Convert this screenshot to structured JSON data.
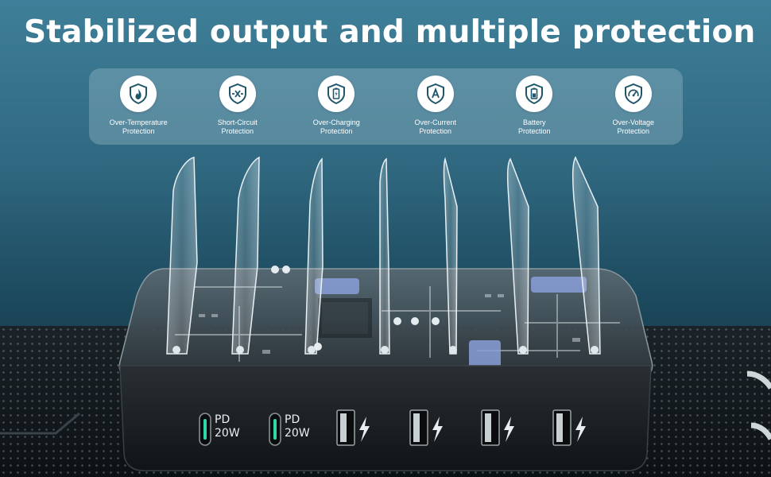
{
  "headline": "Stabilized output and multiple protection",
  "features": [
    {
      "icon": "flame-shield-icon",
      "line1": "Over-Temperature",
      "line2": "Protection"
    },
    {
      "icon": "short-circuit-shield-icon",
      "line1": "Short-Circuit",
      "line2": "Protection"
    },
    {
      "icon": "battery-charge-shield-icon",
      "line1": "Over-Charging",
      "line2": "Protection"
    },
    {
      "icon": "ampere-shield-icon",
      "line1": "Over-Current",
      "line2": "Protection"
    },
    {
      "icon": "battery-shield-icon",
      "line1": "Battery",
      "line2": "Protection"
    },
    {
      "icon": "gauge-shield-icon",
      "line1": "Over-Voltage",
      "line2": "Protection"
    }
  ],
  "ports": [
    {
      "type": "usb-c",
      "label1": "PD",
      "label2": "20W"
    },
    {
      "type": "usb-c",
      "label1": "PD",
      "label2": "20W"
    },
    {
      "type": "usb-a",
      "icon": "lightning-icon"
    },
    {
      "type": "usb-a",
      "icon": "lightning-icon"
    },
    {
      "type": "usb-a",
      "icon": "lightning-icon"
    },
    {
      "type": "usb-a",
      "icon": "lightning-icon"
    }
  ],
  "colors": {
    "background": "#2f6880",
    "icon_badge": "#ffffff",
    "icon_line": "#1f5569",
    "usb_c_accent": "#2fd6a8",
    "device_body": "#1a1d20"
  }
}
